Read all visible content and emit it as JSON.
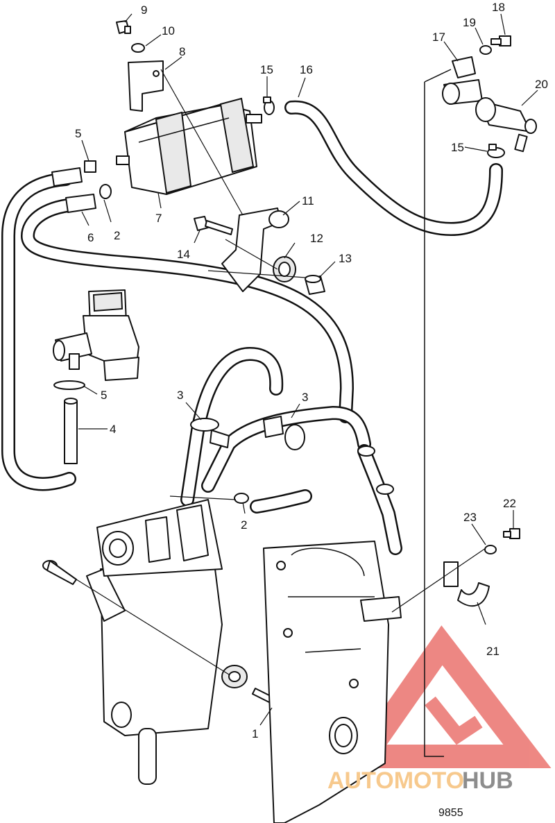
{
  "diagram": {
    "figure_number": "9855",
    "callouts": {
      "c1": "1",
      "c2a": "2",
      "c2b": "2",
      "c3a": "3",
      "c3b": "3",
      "c4": "4",
      "c5a": "5",
      "c5b": "5",
      "c6": "6",
      "c7": "7",
      "c8": "8",
      "c9": "9",
      "c10": "10",
      "c11": "11",
      "c12": "12",
      "c13": "13",
      "c14": "14",
      "c15a": "15",
      "c15b": "15",
      "c16": "16",
      "c17": "17",
      "c18": "18",
      "c19": "19",
      "c20": "20",
      "c21": "21",
      "c22": "22",
      "c23": "23"
    }
  },
  "watermark": {
    "text_part1": "AUTOMOTO",
    "text_part2": "HUB",
    "colors": {
      "triangle": "#e8605a",
      "text_orange": "#f7c98d",
      "text_gray": "#8d8d8d"
    }
  }
}
